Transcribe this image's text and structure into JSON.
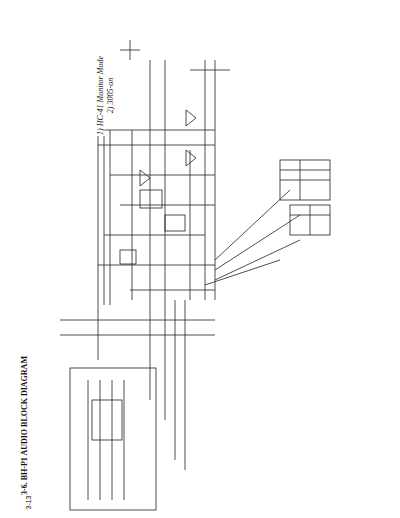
{
  "diagram": {
    "title": "3-6. BH-P1 AUDIO BLOCK DIAGRAM",
    "labels": [
      "1) HC-41 Monitor Mode",
      "2) 3005-on",
      "3-13"
    ]
  }
}
